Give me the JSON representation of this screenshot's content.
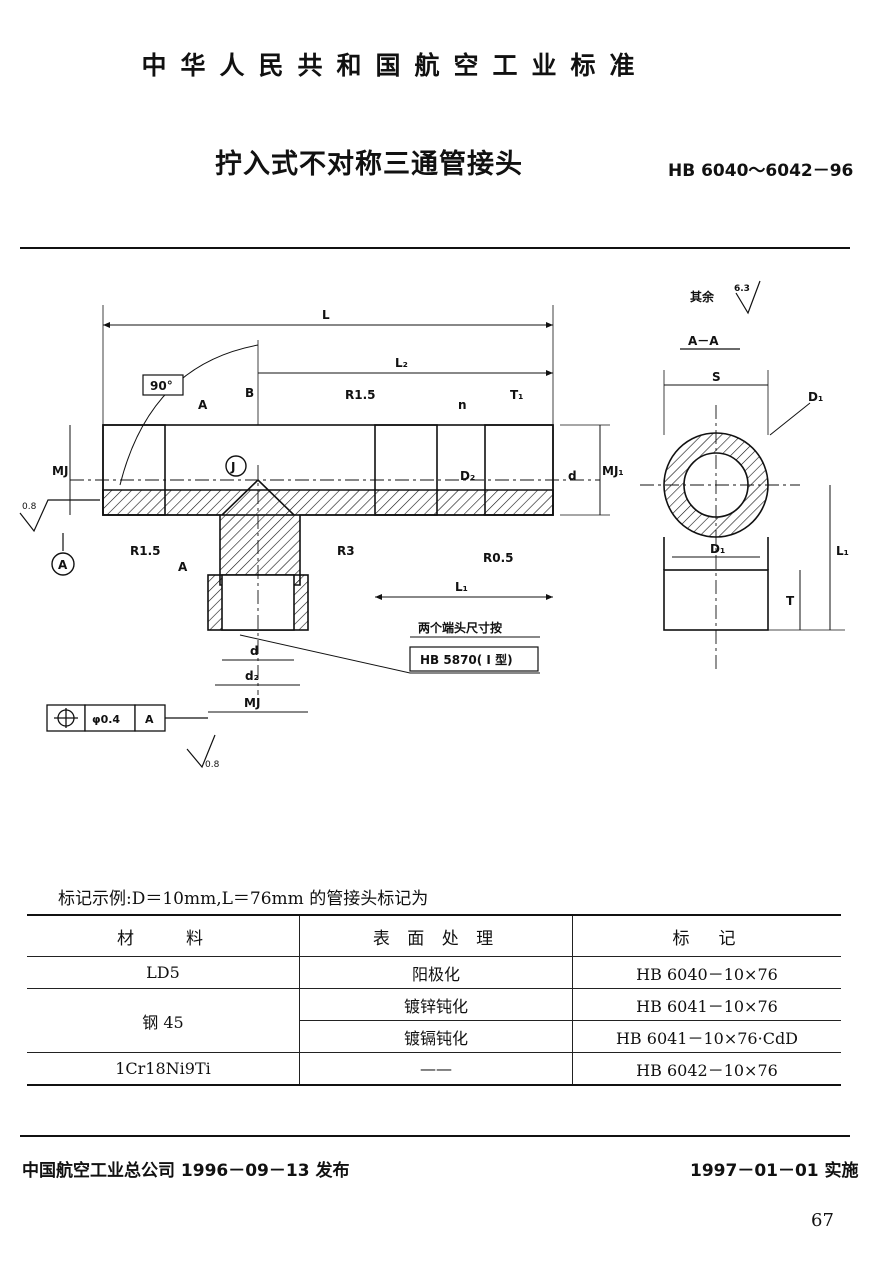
{
  "header": {
    "organization": "中华人民共和国航空工业标准",
    "title": "拧入式不对称三通管接头",
    "standard_code": "HB 6040～6042－96"
  },
  "drawing": {
    "roughness_note": "其余",
    "roughness_value_other": "6.3",
    "roughness_value_fine": "0.8",
    "section_label": "A－A",
    "angle_label": "90°",
    "datum_label": "A",
    "center_label": "J",
    "tolerance_value": "φ0.4",
    "tolerance_datum": "A",
    "end_note_line1": "两个端头尺寸按",
    "end_note_line2": "HB 5870( I 型)",
    "dims": {
      "L": "L",
      "L2": "L₂",
      "L1": "L₁",
      "B": "B",
      "n": "n",
      "T1": "T₁",
      "T": "T",
      "S": "S",
      "D1": "D₁",
      "D2": "D₂",
      "d": "d",
      "d2": "d₂",
      "MJ": "MJ",
      "MJ1": "MJ₁",
      "R15": "R1.5",
      "R3": "R3",
      "R05": "R0.5",
      "A": "A"
    }
  },
  "example": {
    "text": "标记示例:D＝10mm,L＝76mm 的管接头标记为"
  },
  "table": {
    "headers": [
      "材　　料",
      "表 面 处 理",
      "标　记"
    ],
    "rows": [
      {
        "material": "LD5",
        "surface": "阳极化",
        "mark": "HB 6040－10×76"
      },
      {
        "material": "钢 45",
        "surface": "镀锌钝化",
        "mark": "HB 6041－10×76"
      },
      {
        "material": "",
        "surface": "镀镉钝化",
        "mark": "HB 6041－10×76·CdD"
      },
      {
        "material": "1Cr18Ni9Ti",
        "surface": "——",
        "mark": "HB 6042－10×76"
      }
    ]
  },
  "footer": {
    "issued": "中国航空工业总公司 1996－09－13 发布",
    "effective": "1997－01－01 实施",
    "page_number": "67"
  }
}
